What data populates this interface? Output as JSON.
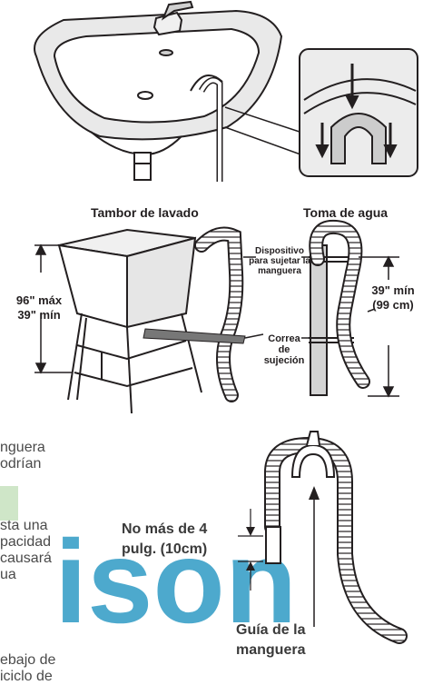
{
  "labels": {
    "tub": "Tambor de lavado",
    "water_tap": "Toma de agua",
    "max": "96\" máx",
    "min": "39\" mín",
    "holder_line1": "Dispositivo",
    "holder_line2": "para sujetar la",
    "holder_line3": "manguera",
    "strap_line1": "Correa",
    "strap_line2": "de",
    "strap_line3": "sujeción",
    "tap_min": "39\" mín",
    "tap_min_cm": "(99 cm)",
    "no_more_line1": "No más de 4",
    "no_more_line2": "pulg. (10cm)",
    "guide_line1": "Guía de la",
    "guide_line2": "manguera"
  },
  "body_text_fragments": {
    "f1": "nguera",
    "f2": "odrían",
    "f3": "sta una",
    "f4": "pacidad",
    "f5": "causará",
    "f6": "ua",
    "f7": "ebajo de",
    "f8": "iciclo de"
  },
  "colors": {
    "line": "#231f20",
    "watermark": "#3aa0c8",
    "fill_gray": "#d9d9d9",
    "fill_light": "#f2f2f2"
  }
}
